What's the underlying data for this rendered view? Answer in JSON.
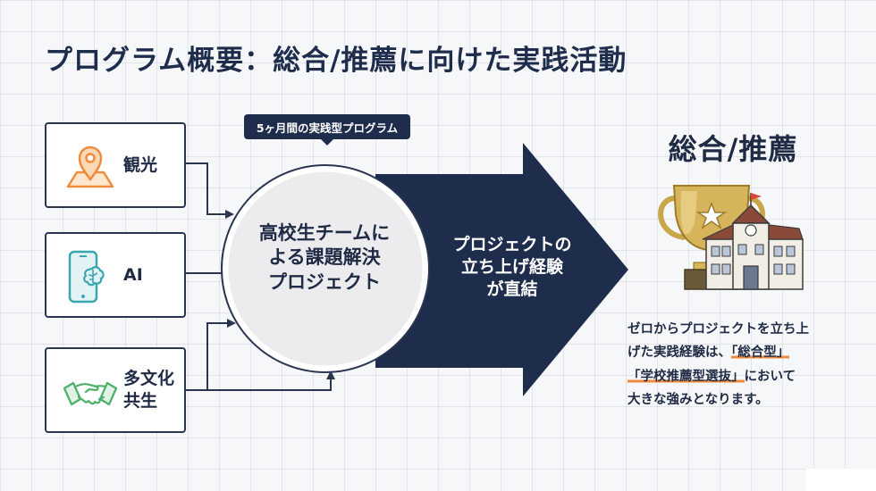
{
  "title": "プログラム概要：総合/推薦に向けた実践活動",
  "sources": [
    {
      "label": "観光",
      "icon": "map-pin-icon"
    },
    {
      "label": "AI",
      "icon": "smartphone-brain-icon"
    },
    {
      "label": "多文化\n共生",
      "icon": "handshake-icon"
    }
  ],
  "program_tag": "5ヶ月間の実践型プログラム",
  "circle_text": "高校生チームに\nよる課題解決\nプロジェクト",
  "arrow_text": "プロジェクトの\n立ち上げ経験\nが直結",
  "destination": {
    "title": "総合/推薦",
    "icon": "trophy-school-icon"
  },
  "description": {
    "line1": "ゼロからプロジェクトを立ち上",
    "line2a": "げた実践経験は、",
    "line2b": "「総合型」",
    "line3a": "「学校推薦型選抜」",
    "line3b": "において",
    "line4": "大きな強みとなります。"
  },
  "colors": {
    "navy": "#1f2d4d",
    "accent_orange": "#f08a3c",
    "trophy_gold": "#d6b45c",
    "teal": "#3aa6b0",
    "green": "#4caf6a"
  }
}
